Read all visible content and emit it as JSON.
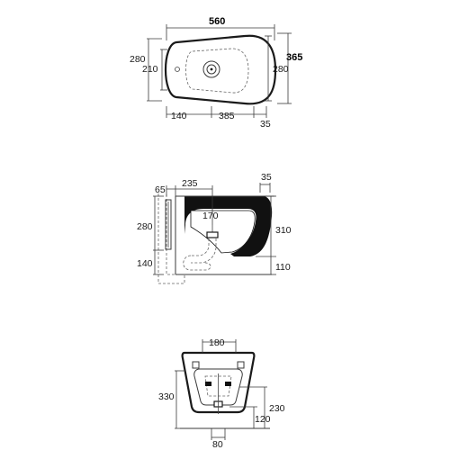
{
  "top_view": {
    "width_560": "560",
    "depth_365": "365",
    "left_280": "280",
    "left_210": "210",
    "right_280": "280",
    "bottom_140": "140",
    "bottom_385": "385",
    "bottom_35": "35"
  },
  "side_view": {
    "top_65": "65",
    "top_235": "235",
    "top_35": "35",
    "inner_170": "170",
    "left_280": "280",
    "left_140": "140",
    "right_310": "310",
    "right_110": "110"
  },
  "front_view": {
    "top_180": "180",
    "left_330": "330",
    "right_230": "230",
    "right_120": "120",
    "bottom_80": "80"
  }
}
